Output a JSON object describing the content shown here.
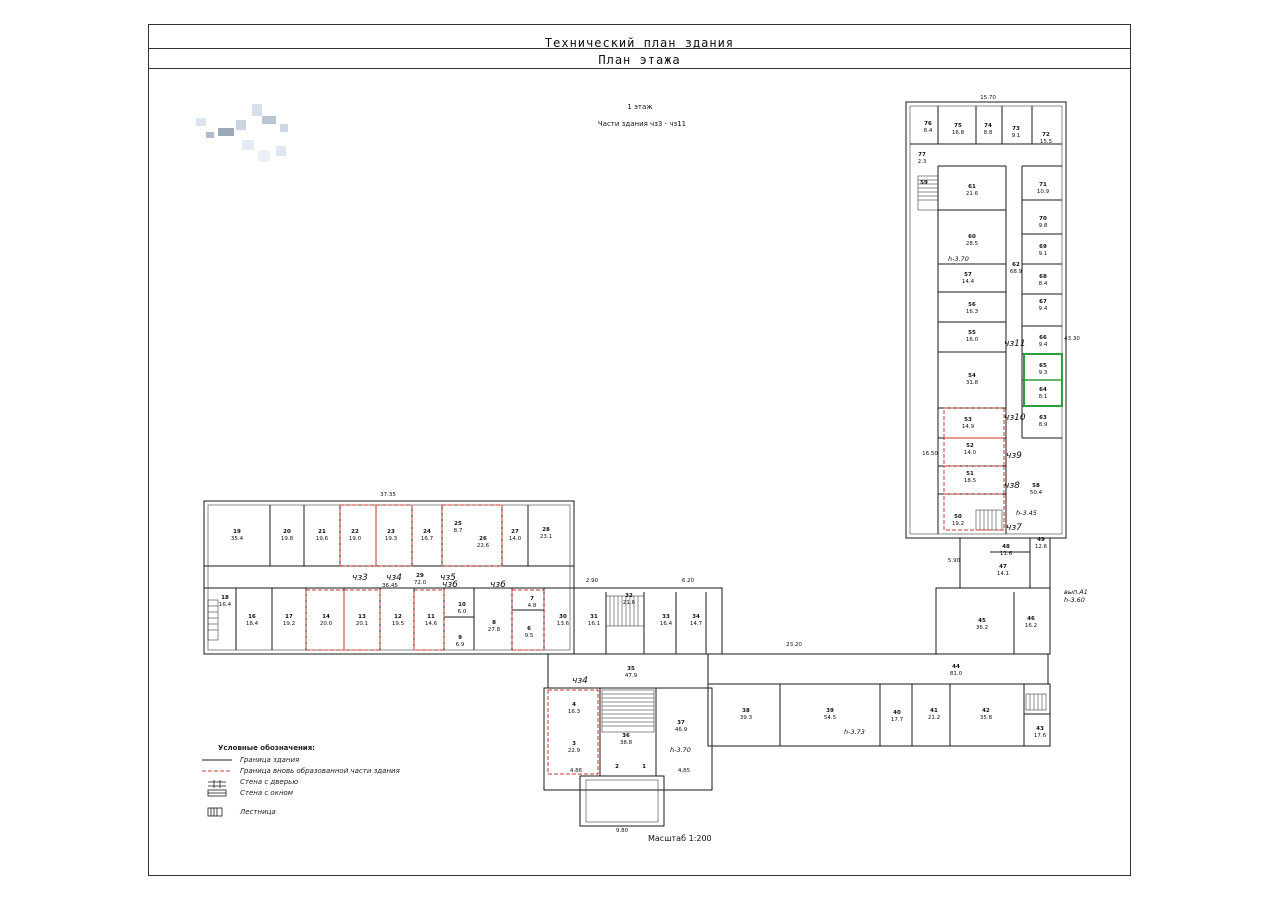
{
  "sheet": {
    "header_1": "Технический план здания",
    "header_2": "План этажа",
    "floor_title": "1 этаж",
    "floor_subtitle": "Части здания чз3 - чз11",
    "scale": "Масштаб 1:200",
    "height_west": "h-3.70",
    "height_tower": "h-3.70",
    "height_east": "h-3.73",
    "height_ne": "h-3.45",
    "height_exit": "h-3.60",
    "exit_label": "вып.А1"
  },
  "legend": {
    "title": "Условные обозначения:",
    "items": [
      {
        "label": "Граница здания",
        "type": "solid"
      },
      {
        "label": "Граница вновь образованной части здания",
        "type": "dash-red"
      },
      {
        "label": "Стена с дверью",
        "type": "door"
      },
      {
        "label": "Стена с окном",
        "type": "window"
      },
      {
        "label": "Лестница",
        "type": "stair"
      }
    ]
  },
  "colors": {
    "line": "#1a1a1a",
    "part_border": "#c0392b",
    "highlight": "#2e9e3e"
  },
  "zones": [
    "чз3",
    "чз4",
    "чз5",
    "чз6",
    "чз6",
    "чз7",
    "чз8",
    "чз9",
    "чз10",
    "чз11",
    "чз4"
  ],
  "rooms": [
    {
      "n": "19",
      "a": "35.4"
    },
    {
      "n": "20",
      "a": "19.8"
    },
    {
      "n": "21",
      "a": "19.6"
    },
    {
      "n": "22",
      "a": "19.0"
    },
    {
      "n": "23",
      "a": "19.3"
    },
    {
      "n": "24",
      "a": "16.7"
    },
    {
      "n": "25",
      "a": "8.7"
    },
    {
      "n": "26",
      "a": "22.6"
    },
    {
      "n": "27",
      "a": "14.0"
    },
    {
      "n": "28",
      "a": "23.1"
    },
    {
      "n": "29",
      "a": "72.0"
    },
    {
      "n": "18",
      "a": "16.4"
    },
    {
      "n": "16",
      "a": "18.4"
    },
    {
      "n": "17",
      "a": "19.2"
    },
    {
      "n": "14",
      "a": "20.0"
    },
    {
      "n": "13",
      "a": "20.1"
    },
    {
      "n": "12",
      "a": "19.5"
    },
    {
      "n": "11",
      "a": "14.6"
    },
    {
      "n": "10",
      "a": "6.0"
    },
    {
      "n": "9",
      "a": "6.9"
    },
    {
      "n": "8",
      "a": "27.8"
    },
    {
      "n": "7",
      "a": "4.8"
    },
    {
      "n": "6",
      "a": "9.5"
    },
    {
      "n": "30",
      "a": "13.6"
    },
    {
      "n": "31",
      "a": "16.1"
    },
    {
      "n": "32",
      "a": "21.6"
    },
    {
      "n": "33",
      "a": "16.4"
    },
    {
      "n": "34",
      "a": "14.7"
    },
    {
      "n": "35",
      "a": "47.9"
    },
    {
      "n": "4",
      "a": "16.3"
    },
    {
      "n": "3",
      "a": "22.9"
    },
    {
      "n": "36",
      "a": "38.8"
    },
    {
      "n": "37",
      "a": "46.9"
    },
    {
      "n": "38",
      "a": "39.3"
    },
    {
      "n": "39",
      "a": "54.5"
    },
    {
      "n": "40",
      "a": "17.7"
    },
    {
      "n": "41",
      "a": "21.2"
    },
    {
      "n": "42",
      "a": "35.8"
    },
    {
      "n": "43",
      "a": "17.6"
    },
    {
      "n": "44",
      "a": "81.0"
    },
    {
      "n": "45",
      "a": "36.2"
    },
    {
      "n": "46",
      "a": "16.2"
    },
    {
      "n": "47",
      "a": "14.1"
    },
    {
      "n": "48",
      "a": "11.6"
    },
    {
      "n": "49",
      "a": "12.6"
    },
    {
      "n": "50",
      "a": "19.2"
    },
    {
      "n": "51",
      "a": "18.5"
    },
    {
      "n": "52",
      "a": "14.0"
    },
    {
      "n": "53",
      "a": "14.9"
    },
    {
      "n": "54",
      "a": "31.8"
    },
    {
      "n": "55",
      "a": "16.0"
    },
    {
      "n": "56",
      "a": "16.3"
    },
    {
      "n": "57",
      "a": "14.4"
    },
    {
      "n": "58",
      "a": "50.4"
    },
    {
      "n": "60",
      "a": "28.5"
    },
    {
      "n": "61",
      "a": "21.6"
    },
    {
      "n": "62",
      "a": "68.9"
    },
    {
      "n": "63",
      "a": "8.9"
    },
    {
      "n": "64",
      "a": "8.1"
    },
    {
      "n": "65",
      "a": "9.3"
    },
    {
      "n": "66",
      "a": "9.4"
    },
    {
      "n": "67",
      "a": "9.4"
    },
    {
      "n": "68",
      "a": "8.4"
    },
    {
      "n": "69",
      "a": "9.1"
    },
    {
      "n": "70",
      "a": "9.8"
    },
    {
      "n": "71",
      "a": "10.9"
    },
    {
      "n": "72",
      "a": "15.5"
    },
    {
      "n": "73",
      "a": "9.1"
    },
    {
      "n": "74",
      "a": "8.8"
    },
    {
      "n": "75",
      "a": "16.8"
    },
    {
      "n": "76",
      "a": "8.4"
    },
    {
      "n": "77",
      "a": "2.3"
    },
    {
      "n": "1",
      "a": ""
    },
    {
      "n": "2",
      "a": ""
    },
    {
      "n": "59",
      "a": ""
    }
  ],
  "dims": [
    "15.70",
    "37.35",
    "36.45",
    "23.20",
    "9.80",
    "43.30",
    "5.90",
    "4.86",
    "4.85",
    "6.20",
    "2.90",
    "16.50"
  ]
}
